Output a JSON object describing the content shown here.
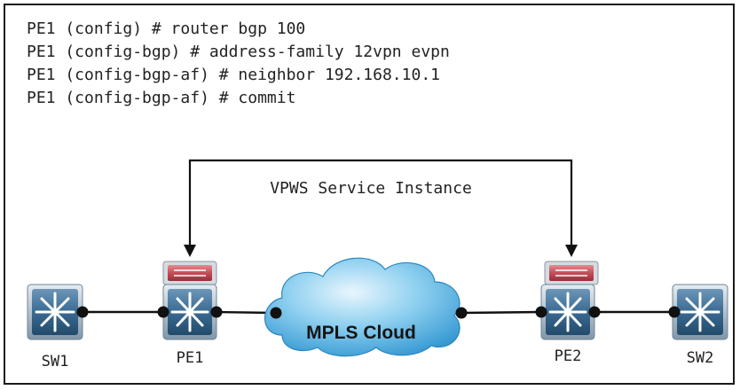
{
  "cli": {
    "lines": [
      "PE1 (config) # router bgp 100",
      "PE1 (config-bgp) # address-family 12vpn evpn",
      "PE1 (config-bgp-af) # neighbor 192.168.10.1",
      "PE1 (config-bgp-af) # commit"
    ]
  },
  "diagram": {
    "service_label": "VPWS Service Instance",
    "cloud_label": "MPLS Cloud",
    "devices": {
      "sw1": "SW1",
      "pe1": "PE1",
      "pe2": "PE2",
      "sw2": "SW2"
    },
    "icons": {
      "switch": "multilayer-switch-icon",
      "module": "router-module-icon",
      "cloud": "cloud-icon"
    },
    "colors": {
      "switch_face": "#3d6f96",
      "switch_border": "#a9b7c3",
      "module_face": "#c85560",
      "cloud": "#5ab4e2",
      "line": "#111111"
    }
  }
}
